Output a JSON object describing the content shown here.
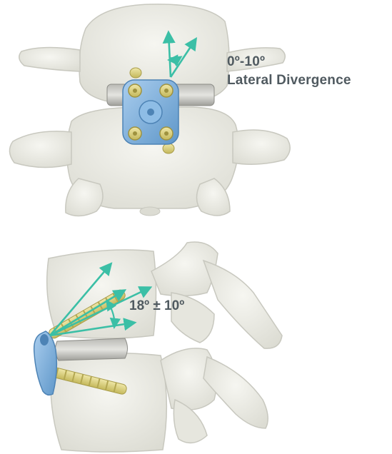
{
  "figure": {
    "top_view": {
      "angle_label": "0º-10º",
      "angle_caption": "Lateral Divergence",
      "implant_icon": "anterior-cervical-plate-icon"
    },
    "side_view": {
      "angle_label": "18º ± 10º",
      "implant_icon": "plate-with-screws-icon"
    },
    "colors": {
      "bone": "#ecece5",
      "bone_outline": "#c8c8bf",
      "plate": "#7fb2de",
      "screw": "#d9ce7a",
      "arrow": "#3bbfa6",
      "label_text": "#505a60"
    }
  }
}
